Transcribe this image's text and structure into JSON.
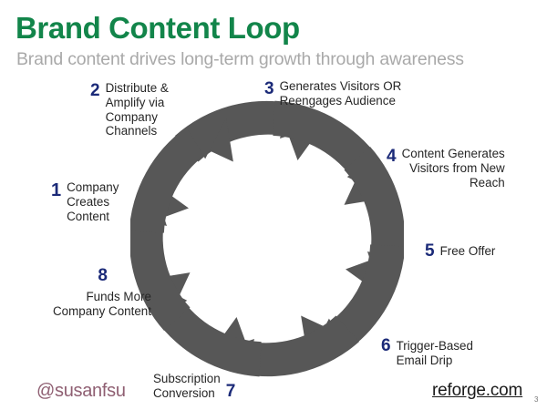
{
  "header": {
    "title": "Brand Content Loop",
    "subtitle": "Brand content drives long-term growth through awareness",
    "title_color": "#12854a",
    "subtitle_color": "#a9a9a9"
  },
  "diagram": {
    "name": "brand-content-loop-cycle",
    "type": "circular-arrow-cycle",
    "segment_count": 8,
    "arrow_color": "#575757",
    "direction": "clockwise",
    "steps": [
      {
        "number": "1",
        "label": "Company\nCreates\nContent"
      },
      {
        "number": "2",
        "label": "Distribute &\nAmplify via\nCompany\nChannels"
      },
      {
        "number": "3",
        "label": "Generates Visitors OR\nReengages Audience"
      },
      {
        "number": "4",
        "label": "Content Generates\nVisitors from New\nReach"
      },
      {
        "number": "5",
        "label": "Free Offer"
      },
      {
        "number": "6",
        "label": "Trigger-Based\nEmail Drip"
      },
      {
        "number": "7",
        "label": "Subscription\nConversion"
      },
      {
        "number": "8",
        "label": "Funds More\nCompany Content"
      }
    ],
    "number_color": "#1b2a78",
    "text_color": "#262626"
  },
  "footer": {
    "handle": "@susanfsu",
    "handle_color": "#8f5f72",
    "site": "reforge.com",
    "page_number": "3"
  }
}
